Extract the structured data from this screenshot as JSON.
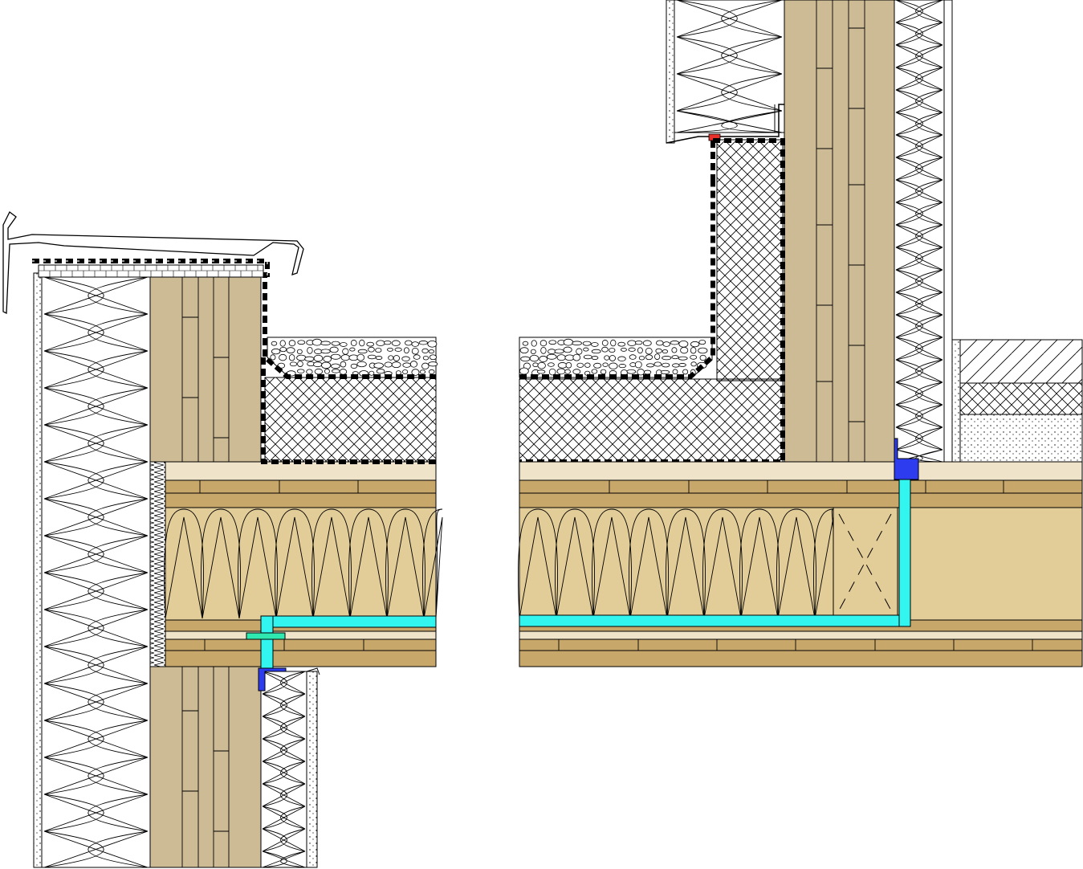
{
  "drawing": {
    "kind": "construction-section-detail",
    "views": [
      {
        "id": "parapet-detail",
        "description_visible_text": ""
      },
      {
        "id": "wall-junction-detail",
        "description_visible_text": ""
      }
    ]
  },
  "colors": {
    "timber": "#cdbb95",
    "timber_dark": "#c8a76a",
    "timber_light": "#efe3c9",
    "floor_infill": "#e2cc98",
    "membrane": "#000000",
    "service_pipe": "#33f5f0",
    "clip_blue": "#2e3cf0",
    "red_marker": "#e8302a",
    "cavity_fill": "#ffffff",
    "outline": "#000000"
  }
}
